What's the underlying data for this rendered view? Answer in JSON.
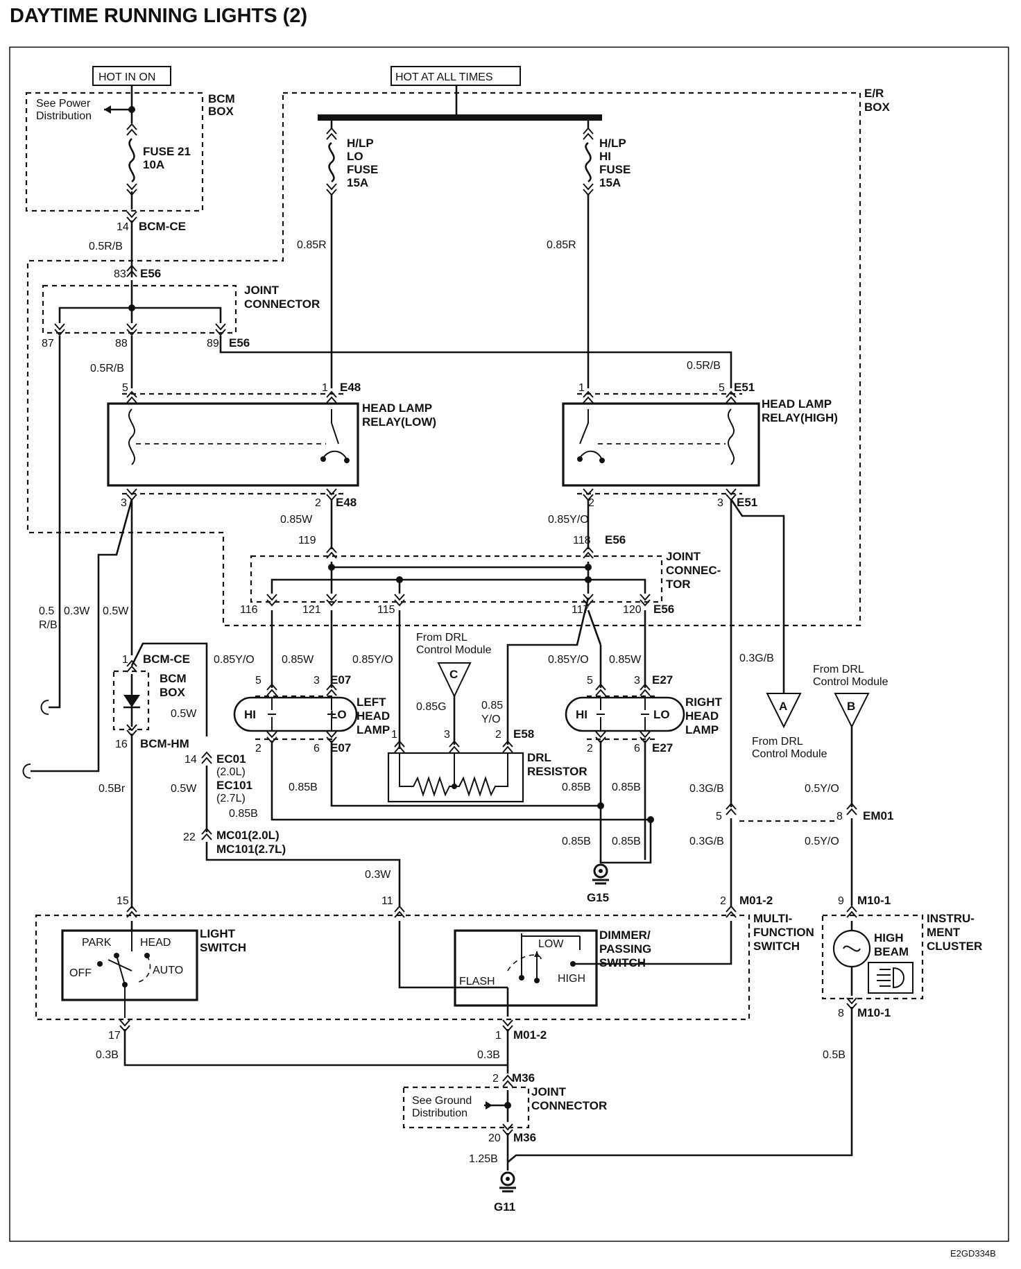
{
  "title": "DAYTIME RUNNING LIGHTS (2)",
  "code": "E2GD334B",
  "power": {
    "hot_in_on": "HOT IN ON",
    "hot_at_all_times": "HOT AT ALL TIMES",
    "see_power": [
      "See Power",
      "Distribution"
    ],
    "bcm_box": [
      "BCM",
      "BOX"
    ],
    "er_box": [
      "E/R",
      "BOX"
    ],
    "fuse21": [
      "FUSE 21",
      "10A"
    ],
    "lo_fuse": [
      "H/LP",
      "LO",
      "FUSE",
      "15A"
    ],
    "hi_fuse": [
      "H/LP",
      "HI",
      "FUSE",
      "15A"
    ]
  },
  "components": {
    "relay_low": [
      "HEAD LAMP",
      "RELAY(LOW)"
    ],
    "relay_high": [
      "HEAD LAMP",
      "RELAY(HIGH)"
    ],
    "joint_connector_top": [
      "JOINT",
      "CONNECTOR"
    ],
    "joint_connector_mid": [
      "JOINT",
      "CONNEC-",
      "TOR"
    ],
    "joint_connector_bottom": [
      "JOINT",
      "CONNECTOR"
    ],
    "bcm_box_diode": [
      "BCM",
      "BOX"
    ],
    "left_head_lamp": [
      "LEFT",
      "HEAD",
      "LAMP"
    ],
    "right_head_lamp": [
      "RIGHT",
      "HEAD",
      "LAMP"
    ],
    "drl_resistor": [
      "DRL",
      "RESISTOR"
    ],
    "light_switch": [
      "LIGHT",
      "SWITCH"
    ],
    "multi_function_switch": [
      "MULTI-",
      "FUNCTION",
      "SWITCH"
    ],
    "dimmer_switch": [
      "DIMMER/",
      "PASSING",
      "SWITCH"
    ],
    "instrument_cluster": [
      "INSTRU-",
      "MENT",
      "CLUSTER"
    ],
    "high_beam": [
      "HIGH",
      "BEAM"
    ],
    "see_ground": [
      "See Ground",
      "Distribution"
    ],
    "from_drl_c": [
      "From DRL",
      "Control Module"
    ],
    "from_drl_a": [
      "From DRL",
      "Control Module"
    ],
    "from_drl_b": [
      "From DRL",
      "Control Module"
    ],
    "lamp_hi": "HI",
    "lamp_lo": "LO",
    "ls_park": "PARK",
    "ls_head": "HEAD",
    "ls_off": "OFF",
    "ls_auto": "AUTO",
    "ds_low": "LOW",
    "ds_flash": "FLASH",
    "ds_high": "HIGH",
    "marker_a": "A",
    "marker_b": "B",
    "marker_c": "C",
    "ground_g15": "G15",
    "ground_g11": "G11"
  },
  "connectors": {
    "bcm_ce": "BCM-CE",
    "e56": "E56",
    "e48": "E48",
    "e51": "E51",
    "e07": "E07",
    "e27": "E27",
    "e58": "E58",
    "bcm_hm": "BCM-HM",
    "ec01": [
      "EC01",
      "(2.0L)",
      "EC101",
      "(2.7L)"
    ],
    "mc01": [
      "MC01(2.0L)",
      "MC101(2.7L)"
    ],
    "em01": "EM01",
    "m01_2": "M01-2",
    "m10_1": "M10-1",
    "m36": "M36"
  },
  "wires": {
    "w05rb": "0.5R/B",
    "w085r": "0.85R",
    "w085w": "0.85W",
    "w085yo": "0.85Y/O",
    "w03w": "0.3W",
    "w05w": "0.5W",
    "w05rb_split": [
      "0.5",
      "R/B"
    ],
    "w085g": "0.85G",
    "w085yo_split": [
      "0.85",
      "Y/O"
    ],
    "w03gb": "0.3G/B",
    "w05yo": "0.5Y/O",
    "w085b": "0.85B",
    "w05br": "0.5Br",
    "w03b": "0.3B",
    "w05b": "0.5B",
    "w125b": "1.25B"
  },
  "pins": {
    "p14": "14",
    "p83": "83",
    "p87": "87",
    "p88": "88",
    "p89": "89",
    "p5": "5",
    "p1": "1",
    "p3": "3",
    "p2": "2",
    "p6": "6",
    "p119": "119",
    "p118": "118",
    "p116": "116",
    "p121": "121",
    "p115": "115",
    "p117": "117",
    "p120": "120",
    "p16": "16",
    "p22": "22",
    "p15": "15",
    "p11": "11",
    "p8": "8",
    "p9": "9",
    "p17": "17",
    "p20": "20"
  }
}
